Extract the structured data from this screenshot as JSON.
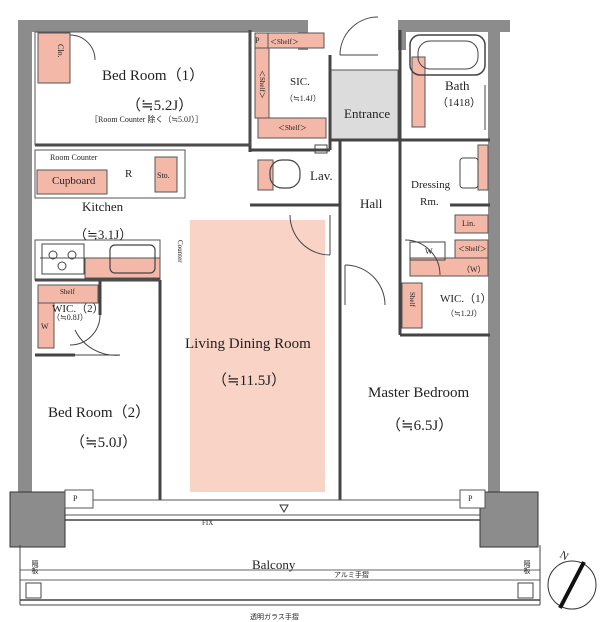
{
  "rooms": {
    "bed_room_1": {
      "name": "Bed Room（1）",
      "size": "（≒5.2J）",
      "note": "［Room Counter 除く（≒5.0J）］"
    },
    "closet": "Clo.",
    "sic": {
      "name": "SIC.",
      "size": "（≒1.4J）"
    },
    "entrance": "Entrance",
    "bath": {
      "name": "Bath",
      "size": "（1418）"
    },
    "kitchen": {
      "name": "Kitchen",
      "size": "（≒3.1J）"
    },
    "room_counter": "Room Counter",
    "cupboard": "Cupboard",
    "refrigerator": "R",
    "storage": "Sto.",
    "lavatory": "Lav.",
    "hall": "Hall",
    "dressing": {
      "line1": "Dressing",
      "line2": "Rm."
    },
    "linen": "Lin.",
    "counter": "Counter",
    "wic_2": {
      "name": "WIC.（2）",
      "size": "（≒0.8J）",
      "shelf": "Shelf",
      "w": "W"
    },
    "wic_1": {
      "name": "WIC.（1）",
      "size": "（≒1.2J）",
      "shelf": "Shelf",
      "w": "（W）"
    },
    "ldr": {
      "name": "Living Dining Room",
      "size": "（≒11.5J）"
    },
    "bed_room_2": {
      "name": "Bed Room（2）",
      "size": "（≒5.0J）"
    },
    "master": {
      "name": "Master Bedroom",
      "size": "（≒6.5J）"
    },
    "balcony": "Balcony"
  },
  "fixtures": {
    "p": "P",
    "shelf_tag": "＜Shelf＞",
    "washer": "W",
    "fix": "FIX",
    "aluminum_rail": "アルミ手摺",
    "glass_rail": "透明ガラス手摺",
    "partition": "隔板"
  },
  "colors": {
    "wall": "#8c8c8c",
    "storage": "#f4b8a8",
    "living": "#f8d3c6",
    "entrance": "#dcdcdc"
  },
  "compass": {
    "label": "N"
  }
}
